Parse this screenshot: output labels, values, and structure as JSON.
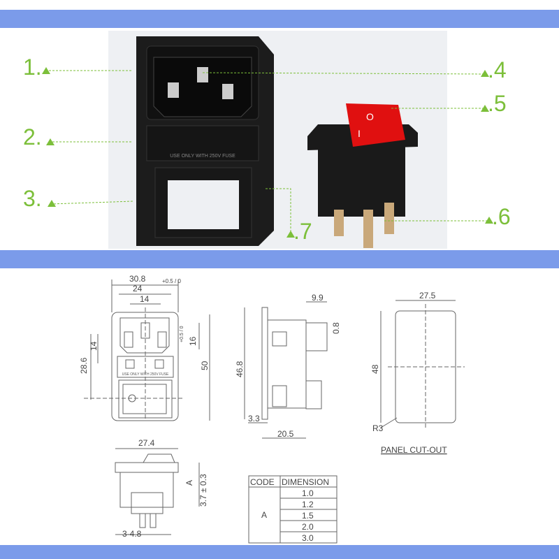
{
  "callouts": {
    "c1": "1.",
    "c2": "2.",
    "c3": "3.",
    "c4": ".4",
    "c5": ".5",
    "c6": ".6",
    "c7": ".7"
  },
  "colors": {
    "band": "#7b9bea",
    "callout": "#7cbf3a",
    "rocker": "#e01010"
  },
  "photo": {
    "fuse_text": "USE ONLY WITH 250V FUSE",
    "rocker_on": "I",
    "rocker_off": "O"
  },
  "front_view": {
    "w_total": "30.8",
    "w_inlet": "24",
    "w_inlet_tol": "+0.5 / 0",
    "w_pins": "14",
    "h_inlet": "16",
    "h_inlet_tol": "+0.5 / 0",
    "h_pin": "14",
    "h_switch": "28.6",
    "h_total": "50",
    "fuse_text": "USE ONLY WITH 250V FUSE"
  },
  "side_view": {
    "d_top": "9.9",
    "t_panel": "0.8",
    "h_body": "46.8",
    "d_flange": "3.3",
    "d_body": "20.5"
  },
  "cutout": {
    "w": "27.5",
    "h": "48",
    "radius": "R3",
    "title": "PANEL CUT-OUT"
  },
  "bottom_view": {
    "w": "27.4",
    "code": "A",
    "h_tab": "3.7 ± 0.3",
    "terminal": "3-4.8"
  },
  "table": {
    "headers": [
      "CODE",
      "DIMENSION"
    ],
    "code": "A",
    "values": [
      "1.0",
      "1.2",
      "1.5",
      "2.0",
      "3.0"
    ]
  }
}
